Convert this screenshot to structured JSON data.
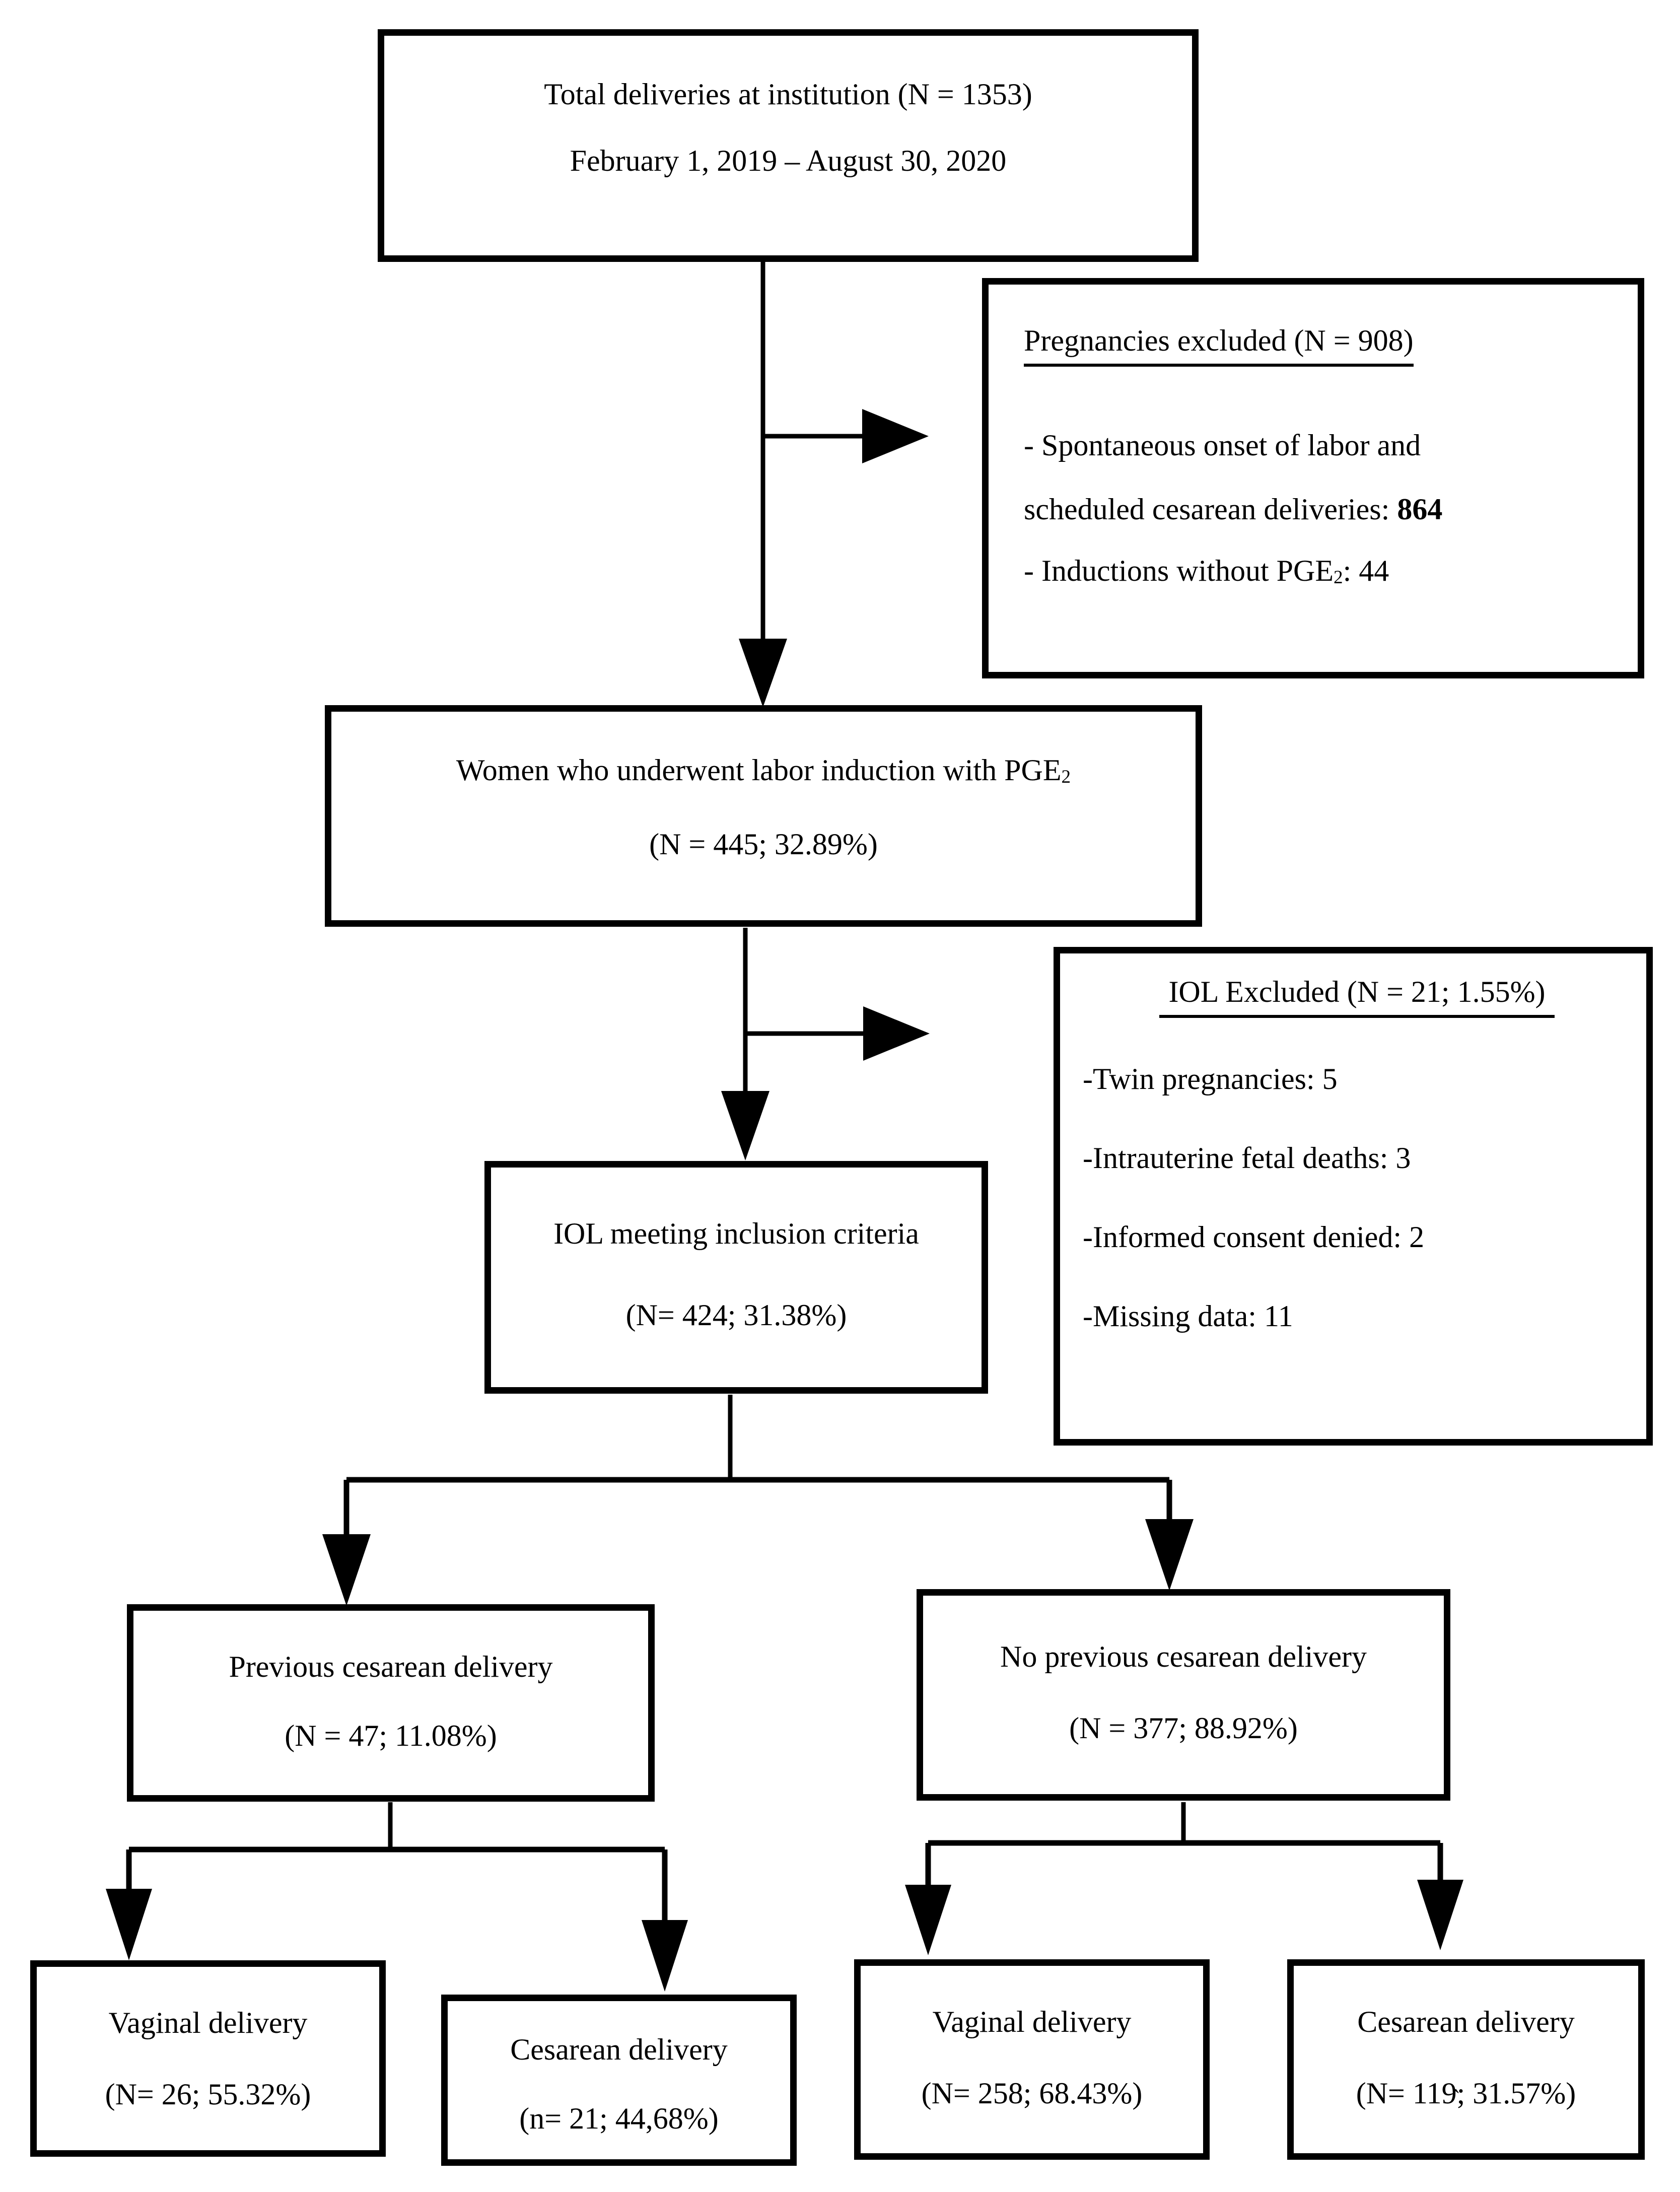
{
  "diagram": {
    "top_box": {
      "line1": "Total deliveries at institution (N = 1353)",
      "line2": "February 1, 2019 – August 30, 2020"
    },
    "pregnancies_excluded_box": {
      "heading": "Pregnancies excluded (N = 908)",
      "item1_line1": "- Spontaneous onset of labor and",
      "item1_line2_text": "scheduled cesarean deliveries: ",
      "item1_line2_bold": "864",
      "item2_text": "- Inductions without PGE",
      "item2_subscript": "2",
      "item2_tail": ": 44"
    },
    "pge2_induction_box": {
      "line1_text": "Women who underwent labor induction with PGE",
      "line1_subscript": "2",
      "line2": "(N = 445; 32.89%)"
    },
    "iol_excluded_box": {
      "heading": "IOL Excluded (N = 21; 1.55%)",
      "items": [
        "-Twin pregnancies: 5",
        "-Intrauterine fetal deaths: 3",
        "-Informed consent denied: 2",
        "-Missing data: 11"
      ]
    },
    "iol_inclusion_box": {
      "line1": "IOL meeting inclusion criteria",
      "line2": "(N= 424; 31.38%)"
    },
    "previous_cesarean_box": {
      "line1": "Previous cesarean delivery",
      "line2": "(N = 47; 11.08%)"
    },
    "no_previous_cesarean_box": {
      "line1": "No previous cesarean delivery",
      "line2": "(N = 377; 88.92%)"
    },
    "outcome_boxes": [
      {
        "line1": "Vaginal delivery",
        "line2": "(N= 26; 55.32%)"
      },
      {
        "line1": "Cesarean delivery",
        "line2": "(n= 21; 44,68%)"
      },
      {
        "line1": "Vaginal delivery",
        "line2": "(N= 258; 68.43%)"
      },
      {
        "line1": "Cesarean delivery",
        "line2": "(N= 119; 31.57%)"
      }
    ],
    "stray_mark": "`",
    "colors": {
      "ink": "#000000",
      "background": "#ffffff"
    }
  }
}
